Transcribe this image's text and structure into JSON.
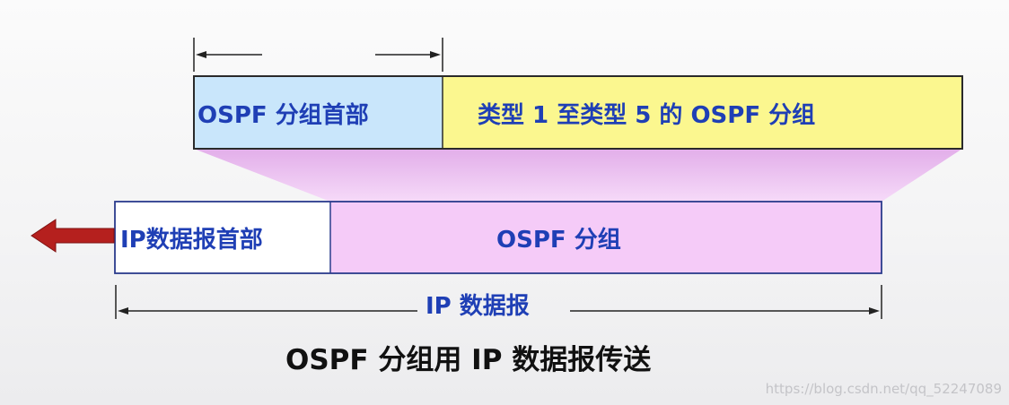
{
  "ospf_packet": {
    "header_label": "OSPF 分组首部",
    "body_label": "类型 1 至类型 5 的 OSPF 分组"
  },
  "ip_datagram": {
    "header_label": "IP数据报首部",
    "data_label": "OSPF 分组",
    "span_label": "IP 数据报"
  },
  "caption": "OSPF 分组用 IP 数据报传送",
  "watermark": "https://blog.csdn.net/qq_52247089",
  "colors": {
    "ospf_header_fill": "#c9e6fb",
    "ospf_body_fill": "#fbf78f",
    "ip_data_fill": "#f5cbf8",
    "label_blue": "#1f3fb5",
    "arrow_red": "#b5201e"
  }
}
